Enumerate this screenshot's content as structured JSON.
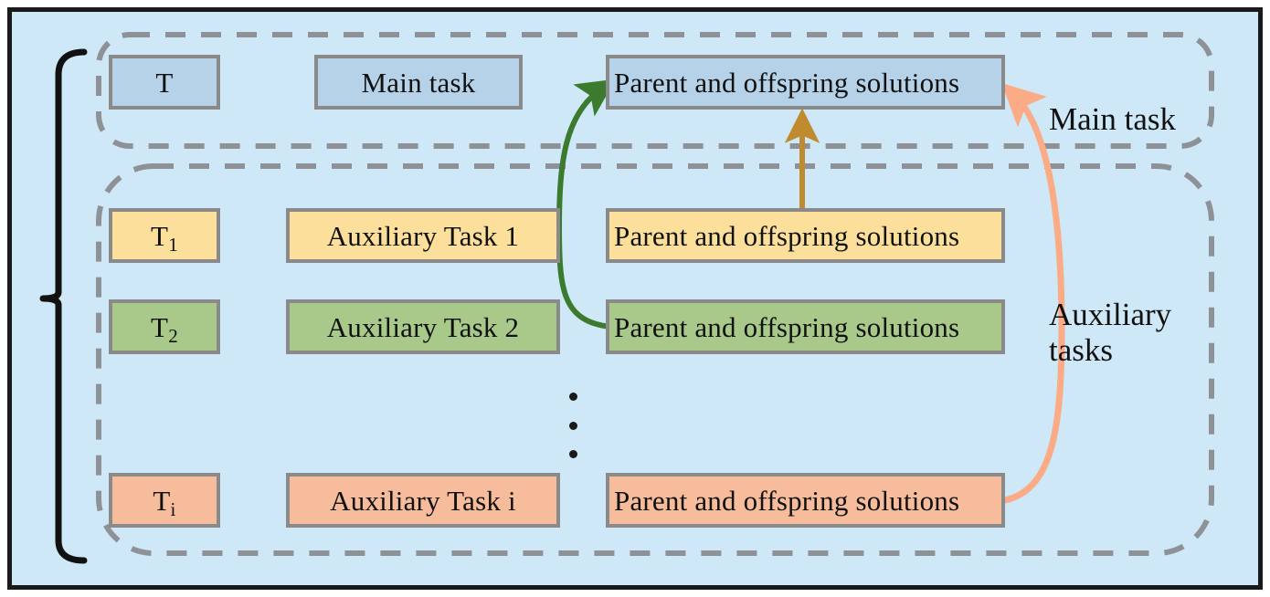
{
  "figure": {
    "background_color": "#cee8f7",
    "frame_color": "#1a1a1a",
    "box_border_color": "#8a8a8a",
    "group_border_color": "#8e9196"
  },
  "groups": [
    {
      "id": "main-task-group",
      "label": "Main task",
      "box_fill": "#b6d2e8"
    },
    {
      "id": "auxiliary-tasks-group",
      "label": "Auxiliary\ntasks",
      "label_line1": "Auxiliary",
      "label_line2": "tasks"
    }
  ],
  "rows": [
    {
      "id": "main",
      "tag": "T",
      "tag_base": "T",
      "tag_sub": "",
      "name": "Main task",
      "solutions": "Parent and offspring solutions",
      "color": "#b6d2e8",
      "color_name": "blue"
    },
    {
      "id": "aux1",
      "tag": "T1",
      "tag_base": "T",
      "tag_sub": "1",
      "name": "Auxiliary Task 1",
      "solutions": "Parent and offspring solutions",
      "color": "#fbdf9a",
      "color_name": "yellow"
    },
    {
      "id": "aux2",
      "tag": "T2",
      "tag_base": "T",
      "tag_sub": "2",
      "name": "Auxiliary Task 2",
      "solutions": "Parent and offspring solutions",
      "color": "#a9c98b",
      "color_name": "green"
    },
    {
      "id": "auxi",
      "tag": "Ti",
      "tag_base": "T",
      "tag_sub": "i",
      "name": "Auxiliary Task i",
      "solutions": "Parent and offspring solutions",
      "color": "#f6bc9b",
      "color_name": "orange"
    }
  ],
  "ellipsis": {
    "symbol": "vertical-ellipsis",
    "dot_count": 3
  },
  "arrows": [
    {
      "id": "green-transfer-arrow",
      "from": "aux2-solutions",
      "to": "main-solutions",
      "color": "#3c7a2e",
      "style": "curved"
    },
    {
      "id": "gold-transfer-arrow",
      "from": "aux1-solutions",
      "to": "main-solutions",
      "color": "#bf8b2e",
      "style": "straight"
    },
    {
      "id": "salmon-transfer-arrow",
      "from": "auxi-solutions",
      "to": "main-solutions",
      "color": "#fbab85",
      "style": "curved"
    }
  ],
  "bracket": {
    "id": "left-brace",
    "color": "#111111",
    "spans": "all-tasks"
  }
}
